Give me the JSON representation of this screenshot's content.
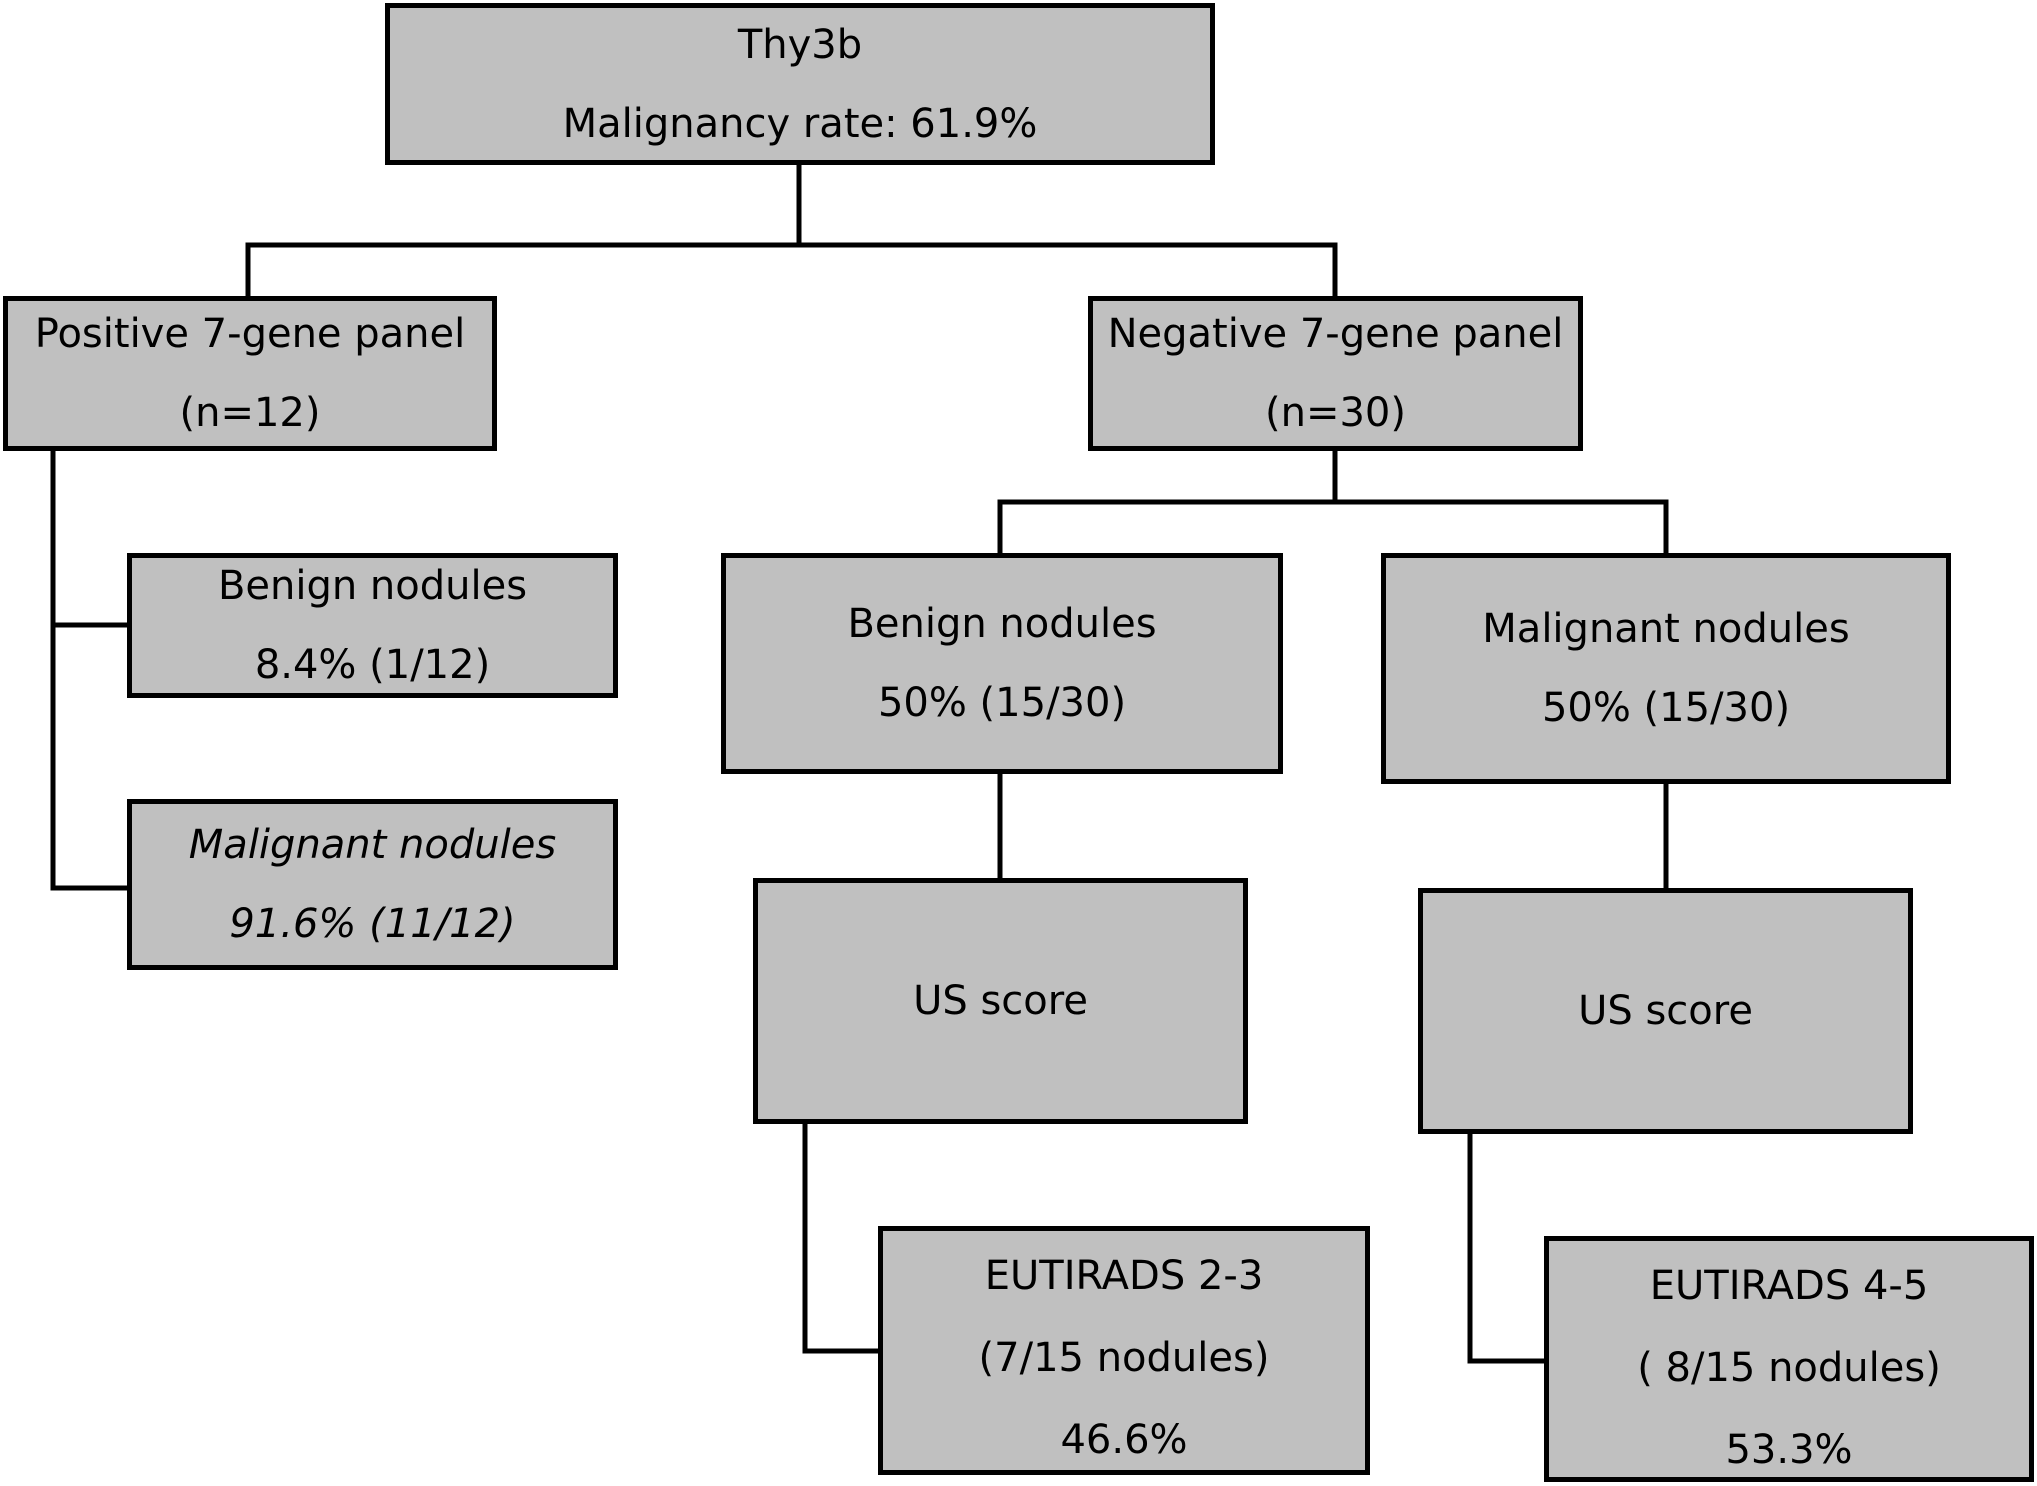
{
  "diagram": {
    "colors": {
      "box_fill": "#c0c0c0",
      "border": "#000000",
      "text": "#000000",
      "background": "#ffffff"
    },
    "root": {
      "title": "Thy3b",
      "subtitle": "Malignancy rate: 61.9%"
    },
    "positive_panel": {
      "label": "Positive 7-gene panel",
      "count": "(n=12)"
    },
    "negative_panel": {
      "label": "Negative 7-gene panel",
      "count": "(n=30)"
    },
    "pos_benign": {
      "label": "Benign nodules",
      "value": "8.4% (1/12)"
    },
    "pos_malignant": {
      "label": "Malignant nodules",
      "value": "91.6% (11/12)"
    },
    "neg_benign": {
      "label": "Benign nodules",
      "value": "50% (15/30)"
    },
    "neg_malignant": {
      "label": "Malignant nodules",
      "value": "50% (15/30)"
    },
    "us_score_benign": {
      "label": "US score"
    },
    "us_score_malignant": {
      "label": "US score"
    },
    "eutirads_low": {
      "label": "EUTIRADS  2-3",
      "detail": "(7/15 nodules)",
      "percent": "46.6%"
    },
    "eutirads_high": {
      "label": "EUTIRADS  4-5",
      "detail": "( 8/15 nodules)",
      "percent": "53.3%"
    }
  }
}
